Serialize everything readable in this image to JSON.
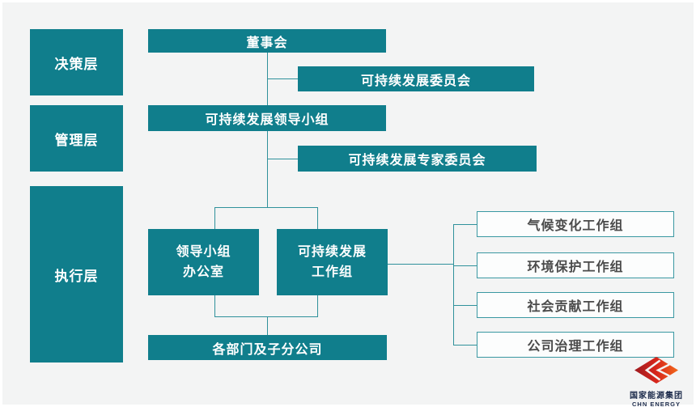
{
  "diagram": {
    "layers": [
      {
        "id": "decision",
        "label": "决策层"
      },
      {
        "id": "management",
        "label": "管理层"
      },
      {
        "id": "execution",
        "label": "执行层"
      }
    ],
    "nodes": {
      "board": "董事会",
      "sd_committee": "可持续发展委员会",
      "sd_leading_group": "可持续发展领导小组",
      "sd_expert_committee": "可持续发展专家委员会",
      "leading_group_office_line1": "领导小组",
      "leading_group_office_line2": "办公室",
      "sd_working_group_line1": "可持续发展",
      "sd_working_group_line2": "工作组",
      "departments": "各部门及子分公司"
    },
    "work_groups": [
      {
        "label": "气候变化工作组"
      },
      {
        "label": "环境保护工作组"
      },
      {
        "label": "社会贡献工作组"
      },
      {
        "label": "公司治理工作组"
      }
    ]
  },
  "logo": {
    "name_cn": "国家能源集团",
    "name_en": "CHN ENERGY",
    "gradient_start": "#9e1b20",
    "gradient_mid": "#d7261c",
    "gradient_end": "#f2691b"
  },
  "colors": {
    "node_teal": "#107e8c",
    "line_teal": "#2f919b",
    "white_box_border": "#3a98a2",
    "white_box_text": "#4a4a4a",
    "background": "#f3f4f4",
    "logo_text_navy": "#1b2a4a"
  }
}
